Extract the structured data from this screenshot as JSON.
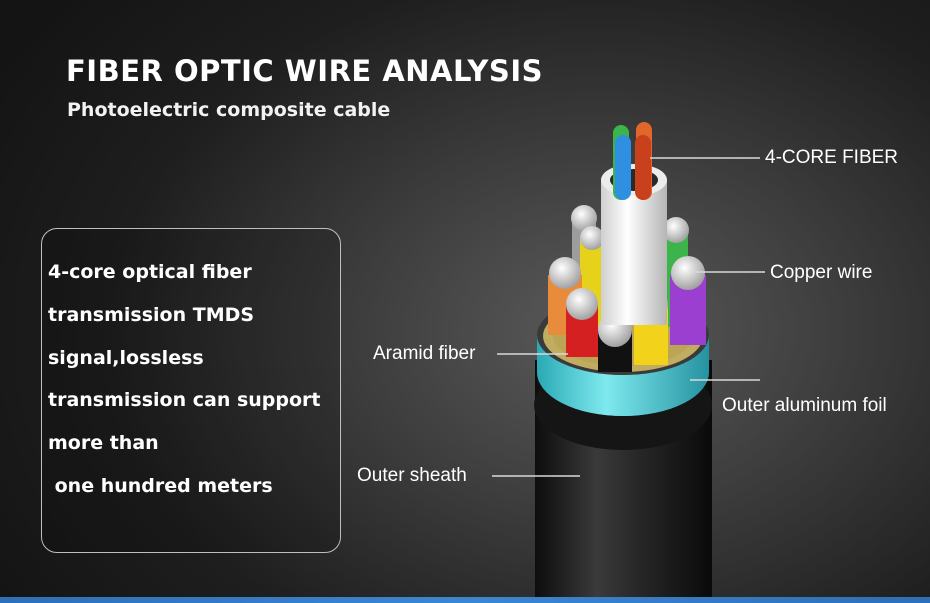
{
  "header": {
    "title": "FIBER OPTIC WIRE ANALYSIS",
    "subtitle": "Photoelectric composite cable"
  },
  "description": {
    "lines": [
      "4-core optical fiber",
      "transmission TMDS",
      "signal,lossless",
      "transmission can support",
      "more than",
      " one hundred meters"
    ]
  },
  "labels": {
    "fiber": "4-CORE FIBER",
    "copper": "Copper wire",
    "aramid": "Aramid fiber",
    "foil": "Outer aluminum foil",
    "sheath": "Outer sheath"
  },
  "colors": {
    "accent_bar": "#3c86d0",
    "foil": "#5fd6de",
    "fiber_green": "#3bb54a",
    "fiber_orange": "#e0662a",
    "fiber_blue": "#2f8fe0",
    "fiber_red": "#c8401c"
  }
}
